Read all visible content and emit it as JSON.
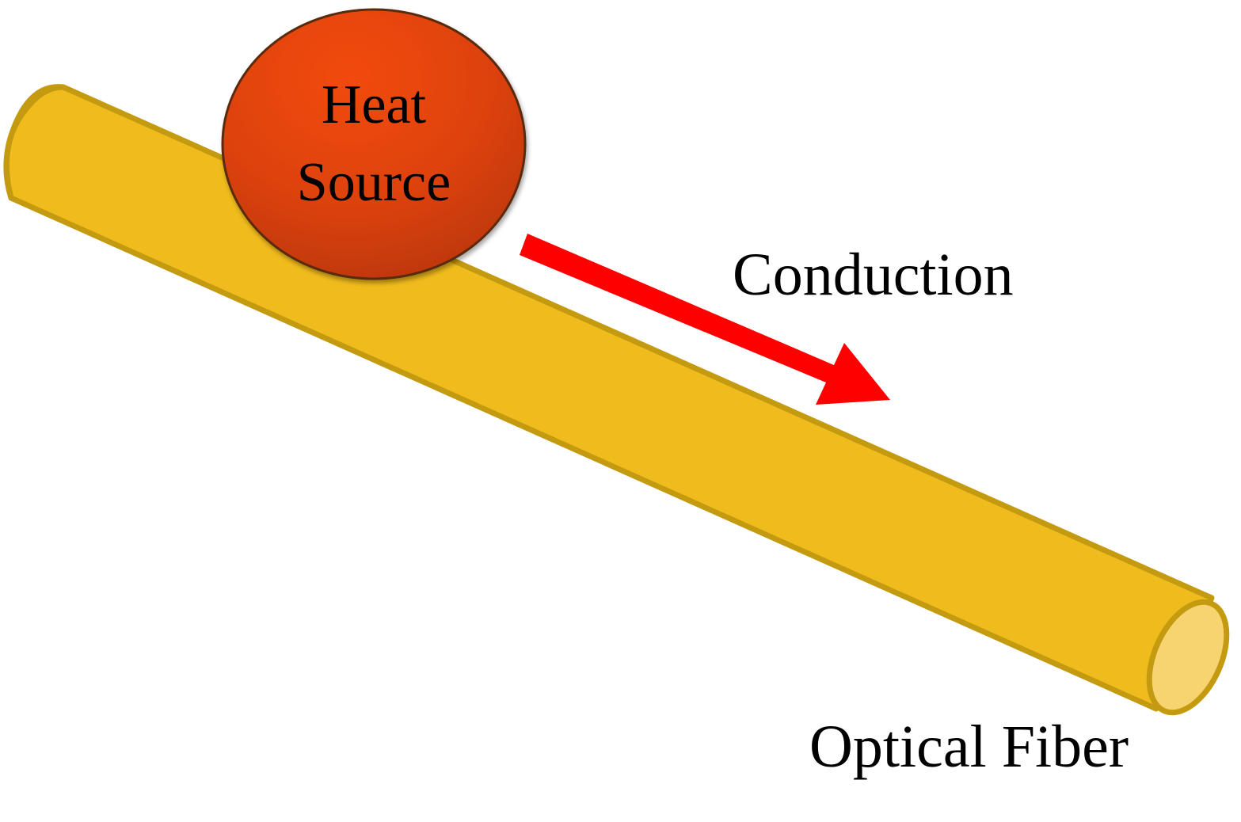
{
  "diagram": {
    "heat_source": {
      "line1": "Heat",
      "line2": "Source"
    },
    "conduction_label": "Conduction",
    "fiber_label": "Optical Fiber"
  },
  "colors": {
    "fiber_fill": "#F0BB1C",
    "fiber_stroke": "#C39A10",
    "fiber_end_face": "#F7D46F",
    "heat_source_top": "#F24A10",
    "heat_source_bottom": "#B83508",
    "heat_source_stroke": "#5A2A0E",
    "arrow": "#FF0000"
  }
}
